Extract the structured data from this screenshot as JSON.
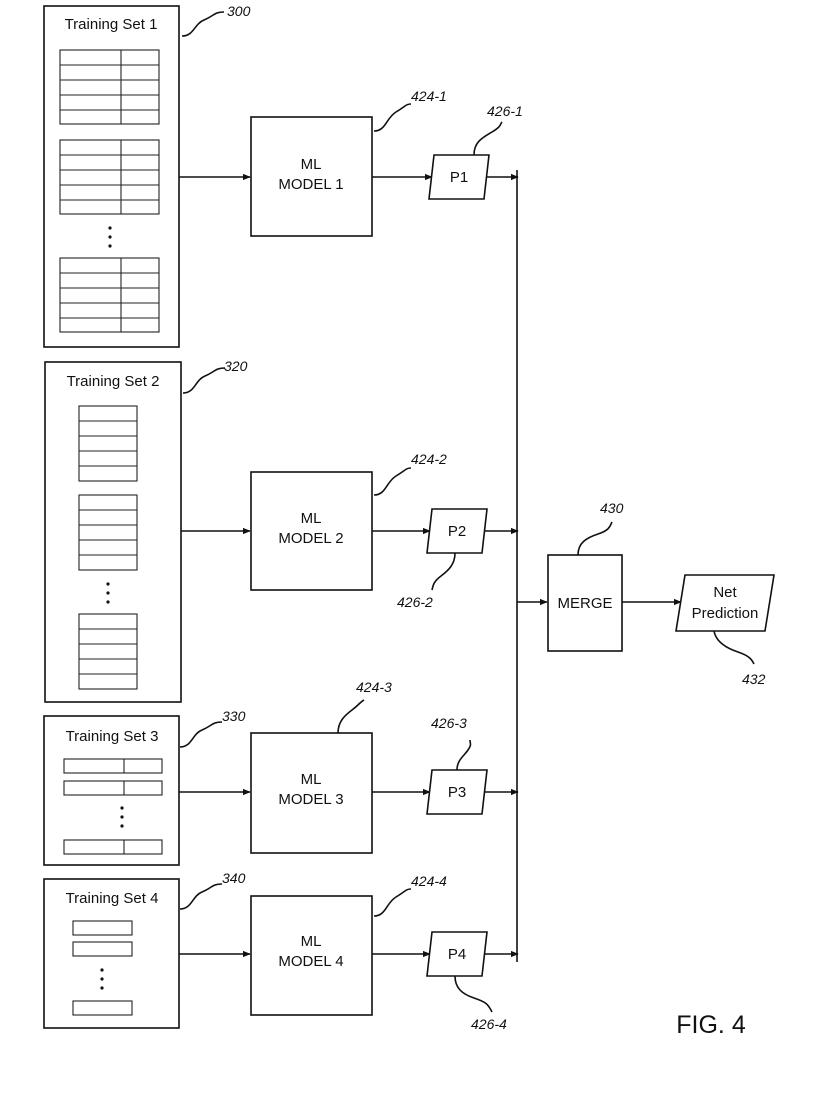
{
  "training_sets": [
    {
      "title": "Training Set 1",
      "ref": "300"
    },
    {
      "title": "Training Set 2",
      "ref": "320"
    },
    {
      "title": "Training Set 3",
      "ref": "330"
    },
    {
      "title": "Training Set 4",
      "ref": "340"
    }
  ],
  "models": [
    {
      "line1": "ML",
      "line2": "MODEL 1",
      "ref": "424-1"
    },
    {
      "line1": "ML",
      "line2": "MODEL 2",
      "ref": "424-2"
    },
    {
      "line1": "ML",
      "line2": "MODEL 3",
      "ref": "424-3"
    },
    {
      "line1": "ML",
      "line2": "MODEL 4",
      "ref": "424-4"
    }
  ],
  "predictions": [
    {
      "label": "P1",
      "ref": "426-1"
    },
    {
      "label": "P2",
      "ref": "426-2"
    },
    {
      "label": "P3",
      "ref": "426-3"
    },
    {
      "label": "P4",
      "ref": "426-4"
    }
  ],
  "merge": {
    "label": "MERGE",
    "ref": "430"
  },
  "net_prediction": {
    "line1": "Net",
    "line2": "Prediction",
    "ref": "432"
  },
  "figure_label": "FIG. 4"
}
